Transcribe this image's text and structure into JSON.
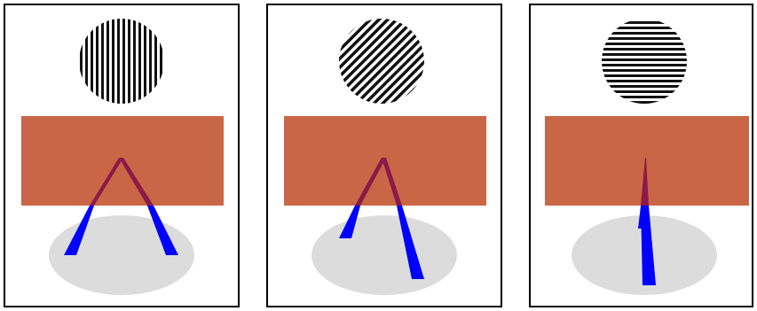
{
  "panels": [
    {
      "grating_orientation": "vertical"
    },
    {
      "grating_orientation": "oblique"
    },
    {
      "grating_orientation": "horizontal"
    }
  ],
  "colors": {
    "background": "#ffffff",
    "border": "#000000",
    "occluder": "#c96646",
    "shadow": "#dcdcdc",
    "blade": "#0000ff",
    "blade_behind_occluder": "#8a1a48",
    "stripe_dark": "#111111",
    "stripe_light": "#ffffff"
  }
}
